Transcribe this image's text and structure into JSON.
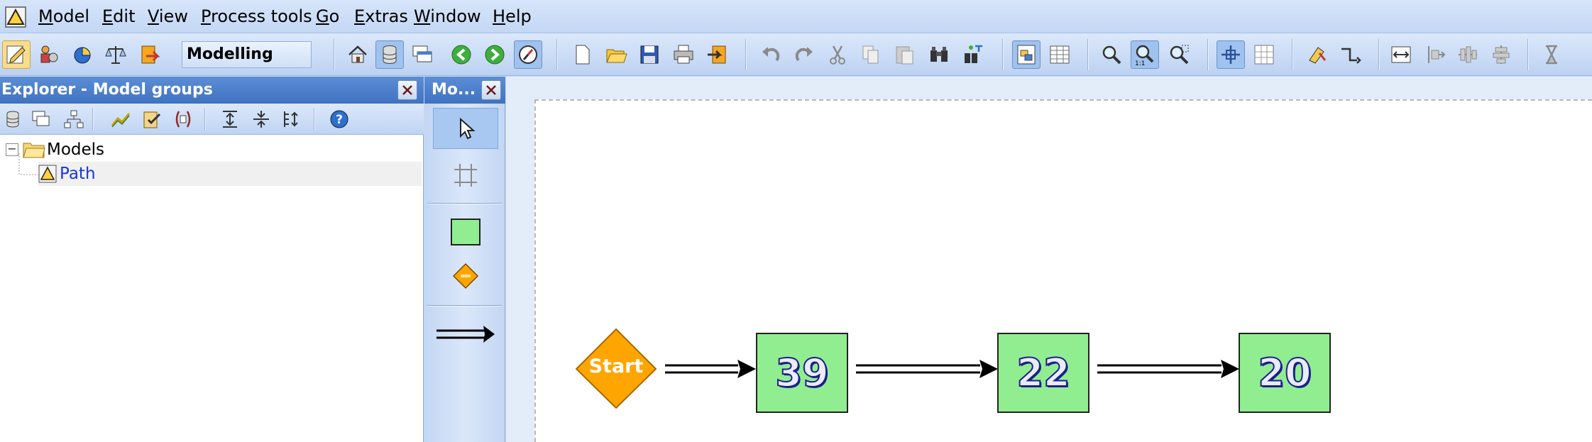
{
  "menu": {
    "items": [
      {
        "id": "model",
        "underline": "M",
        "rest": "odel"
      },
      {
        "id": "edit",
        "underline": "E",
        "rest": "dit"
      },
      {
        "id": "view",
        "underline": "V",
        "rest": "iew"
      },
      {
        "id": "process-tools",
        "underline": "P",
        "rest": "rocess tools"
      },
      {
        "id": "go",
        "underline": "G",
        "rest": "o"
      },
      {
        "id": "extras",
        "underline": "E",
        "rest": "xtras"
      },
      {
        "id": "window",
        "underline": "W",
        "rest": "indow"
      },
      {
        "id": "help",
        "underline": "H",
        "rest": "elp"
      }
    ]
  },
  "toolbar": {
    "mode_value": "Modelling"
  },
  "explorer": {
    "title": "Explorer - Model groups",
    "tree": {
      "root_label": "Models",
      "root_toggle": "−",
      "child_label": "Path"
    }
  },
  "palette": {
    "title": "Mo..."
  },
  "diagram": {
    "start_label": "Start",
    "activities": [
      "39",
      "22",
      "20"
    ],
    "colors": {
      "activity_fill": "#90ee90",
      "event_fill": "#ffa500",
      "label_outline": "#1e1e8c"
    }
  },
  "colors": {
    "title_bar": "#4a7fcb",
    "menu_bg": "#c9dbf5",
    "tree_link": "#1a35d8"
  }
}
